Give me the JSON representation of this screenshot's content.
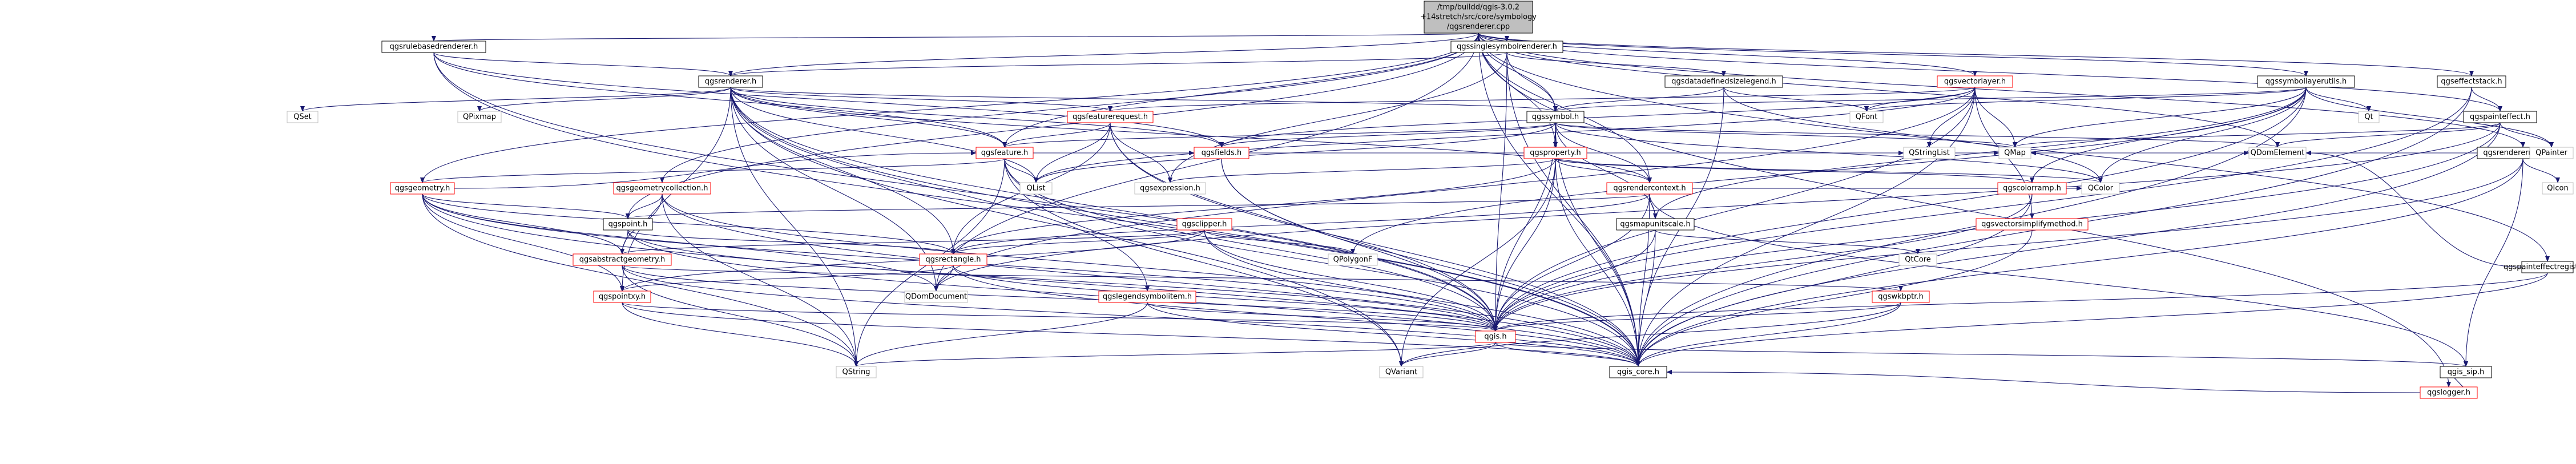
{
  "root": {
    "lines": [
      "/tmp/buildd/qgis-3.0.2",
      "+14stretch/src/core/symbology",
      "/qgsrenderer.cpp"
    ]
  },
  "nodes": [
    {
      "id": "n_qgsrulebasedrenderer",
      "label": "qgsrulebasedrenderer.h",
      "style": "black"
    },
    {
      "id": "n_qgssinglesymbolrenderer",
      "label": "qgssinglesymbolrenderer.h",
      "style": "black"
    },
    {
      "id": "n_qgsrenderer",
      "label": "qgsrenderer.h",
      "style": "black"
    },
    {
      "id": "n_qgsdatadefinedsizelegend",
      "label": "qgsdatadefinedsizelegend.h",
      "style": "black"
    },
    {
      "id": "n_qgsvectorlayer",
      "label": "qgsvectorlayer.h",
      "style": "red"
    },
    {
      "id": "n_qgssymbollayerutils",
      "label": "qgssymbollayerutils.h",
      "style": "black"
    },
    {
      "id": "n_qgspainteffectregistry",
      "label": "qgspainteffectregistry.h",
      "style": "black"
    },
    {
      "id": "n_qgseffectstack",
      "label": "qgseffectstack.h",
      "style": "black"
    },
    {
      "id": "n_qgsrendererregistry",
      "label": "qgsrendererregistry.h",
      "style": "black"
    },
    {
      "id": "n_qgslogger",
      "label": "qgslogger.h",
      "style": "red"
    },
    {
      "id": "n_qgsfeaturerequest",
      "label": "qgsfeaturerequest.h",
      "style": "red"
    },
    {
      "id": "n_qgssymbol",
      "label": "qgssymbol.h",
      "style": "black"
    },
    {
      "id": "n_qgsproperty",
      "label": "qgsproperty.h",
      "style": "red"
    },
    {
      "id": "n_qgspainteffect",
      "label": "qgspainteffect.h",
      "style": "black"
    },
    {
      "id": "n_qgsfeature",
      "label": "qgsfeature.h",
      "style": "red"
    },
    {
      "id": "n_qgsfields",
      "label": "qgsfields.h",
      "style": "red"
    },
    {
      "id": "n_qgsrendercontext",
      "label": "qgsrendercontext.h",
      "style": "red"
    },
    {
      "id": "n_qgscolorramp",
      "label": "qgscolorramp.h",
      "style": "red"
    },
    {
      "id": "n_qgsgeometry",
      "label": "qgsgeometry.h",
      "style": "red"
    },
    {
      "id": "n_qgsgeometrycollection",
      "label": "qgsgeometrycollection.h",
      "style": "red"
    },
    {
      "id": "n_qgsclipper",
      "label": "qgsclipper.h",
      "style": "red"
    },
    {
      "id": "n_qgsmapunitscale",
      "label": "qgsmapunitscale.h",
      "style": "black"
    },
    {
      "id": "n_qgsvectorsimplifymethod",
      "label": "qgsvectorsimplifymethod.h",
      "style": "red"
    },
    {
      "id": "n_qgspoint",
      "label": "qgspoint.h",
      "style": "black"
    },
    {
      "id": "n_qgsabstractgeometry",
      "label": "qgsabstractgeometry.h",
      "style": "red"
    },
    {
      "id": "n_qgsrectangle",
      "label": "qgsrectangle.h",
      "style": "red"
    },
    {
      "id": "n_qgspointxy",
      "label": "qgspointxy.h",
      "style": "red"
    },
    {
      "id": "n_qgslegendsymbolitem",
      "label": "qgslegendsymbolitem.h",
      "style": "red"
    },
    {
      "id": "n_qgswkbptr",
      "label": "qgswkbptr.h",
      "style": "red"
    },
    {
      "id": "n_qgis",
      "label": "qgis.h",
      "style": "red"
    },
    {
      "id": "n_qgis_core",
      "label": "qgis_core.h",
      "style": "black"
    },
    {
      "id": "n_qgis_sip",
      "label": "qgis_sip.h",
      "style": "black"
    },
    {
      "id": "n_qgsexpression",
      "label": "qgsexpression.h",
      "style": "grey"
    },
    {
      "id": "n_QSet",
      "label": "QSet",
      "style": "grey"
    },
    {
      "id": "n_QPixmap",
      "label": "QPixmap",
      "style": "grey"
    },
    {
      "id": "n_QList",
      "label": "QList",
      "style": "grey"
    },
    {
      "id": "n_QFont",
      "label": "QFont",
      "style": "grey"
    },
    {
      "id": "n_QMap",
      "label": "QMap",
      "style": "grey"
    },
    {
      "id": "n_QStringList",
      "label": "QStringList",
      "style": "grey"
    },
    {
      "id": "n_Qt",
      "label": "Qt",
      "style": "grey"
    },
    {
      "id": "n_QPainter",
      "label": "QPainter",
      "style": "grey"
    },
    {
      "id": "n_QDomElement",
      "label": "QDomElement",
      "style": "grey"
    },
    {
      "id": "n_QIcon",
      "label": "QIcon",
      "style": "grey"
    },
    {
      "id": "n_QColor",
      "label": "QColor",
      "style": "grey"
    },
    {
      "id": "n_QPolygonF",
      "label": "QPolygonF",
      "style": "grey"
    },
    {
      "id": "n_QtCore",
      "label": "QtCore",
      "style": "grey"
    },
    {
      "id": "n_QDomDocument",
      "label": "QDomDocument",
      "style": "grey"
    },
    {
      "id": "n_QString",
      "label": "QString",
      "style": "grey"
    },
    {
      "id": "n_QVariant",
      "label": "QVariant",
      "style": "grey"
    }
  ],
  "colors": {
    "edge": "#191970",
    "node_border": "#000000",
    "red_border": "#ff0000",
    "grey_border": "#bfbfbf",
    "root_fill": "#bfbfbf"
  }
}
